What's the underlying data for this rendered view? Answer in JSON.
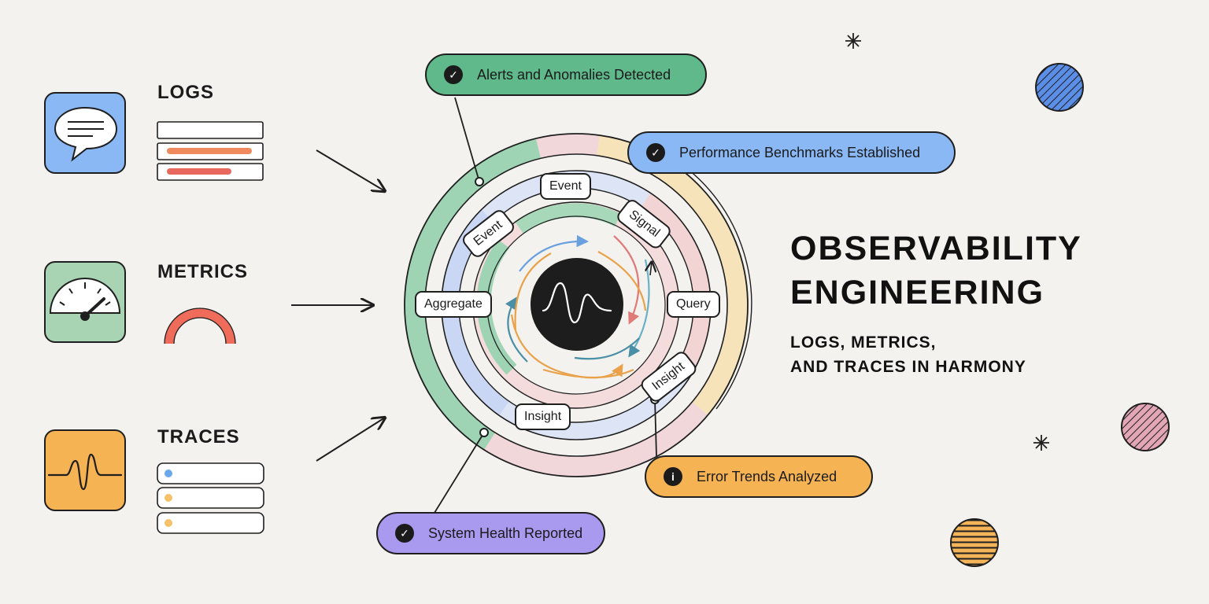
{
  "sources": [
    {
      "title": "LOGS",
      "icon": "speech-bubble-icon",
      "color": "#8ab8f5"
    },
    {
      "title": "METRICS",
      "icon": "gauge-icon",
      "color": "#a9d4b4"
    },
    {
      "title": "TRACES",
      "icon": "waveform-icon",
      "color": "#f6b354"
    }
  ],
  "cycle_labels": {
    "event_top": "Event",
    "event_left": "Event",
    "signal": "Signal",
    "aggregate": "Aggregate",
    "query": "Query",
    "insight_right": "Insight",
    "insight_bottom": "Insight"
  },
  "outcomes": {
    "alerts": {
      "label": "Alerts and Anomalies Detected",
      "icon": "checkmark-icon",
      "color": "#5fb98a"
    },
    "benchmarks": {
      "label": "Performance Benchmarks Established",
      "icon": "checkmark-icon",
      "color": "#8ab8f5"
    },
    "errors": {
      "label": "Error Trends Analyzed",
      "icon": "info-icon",
      "color": "#f6b354"
    },
    "health": {
      "label": "System Health Reported",
      "icon": "checkmark-icon",
      "color": "#a99af0"
    }
  },
  "headline": {
    "line1": "OBSERVABILITY",
    "line2": "ENGINEERING"
  },
  "subline": {
    "line1": "LOGS, METRICS,",
    "line2": "AND TRACES IN HARMONY"
  }
}
